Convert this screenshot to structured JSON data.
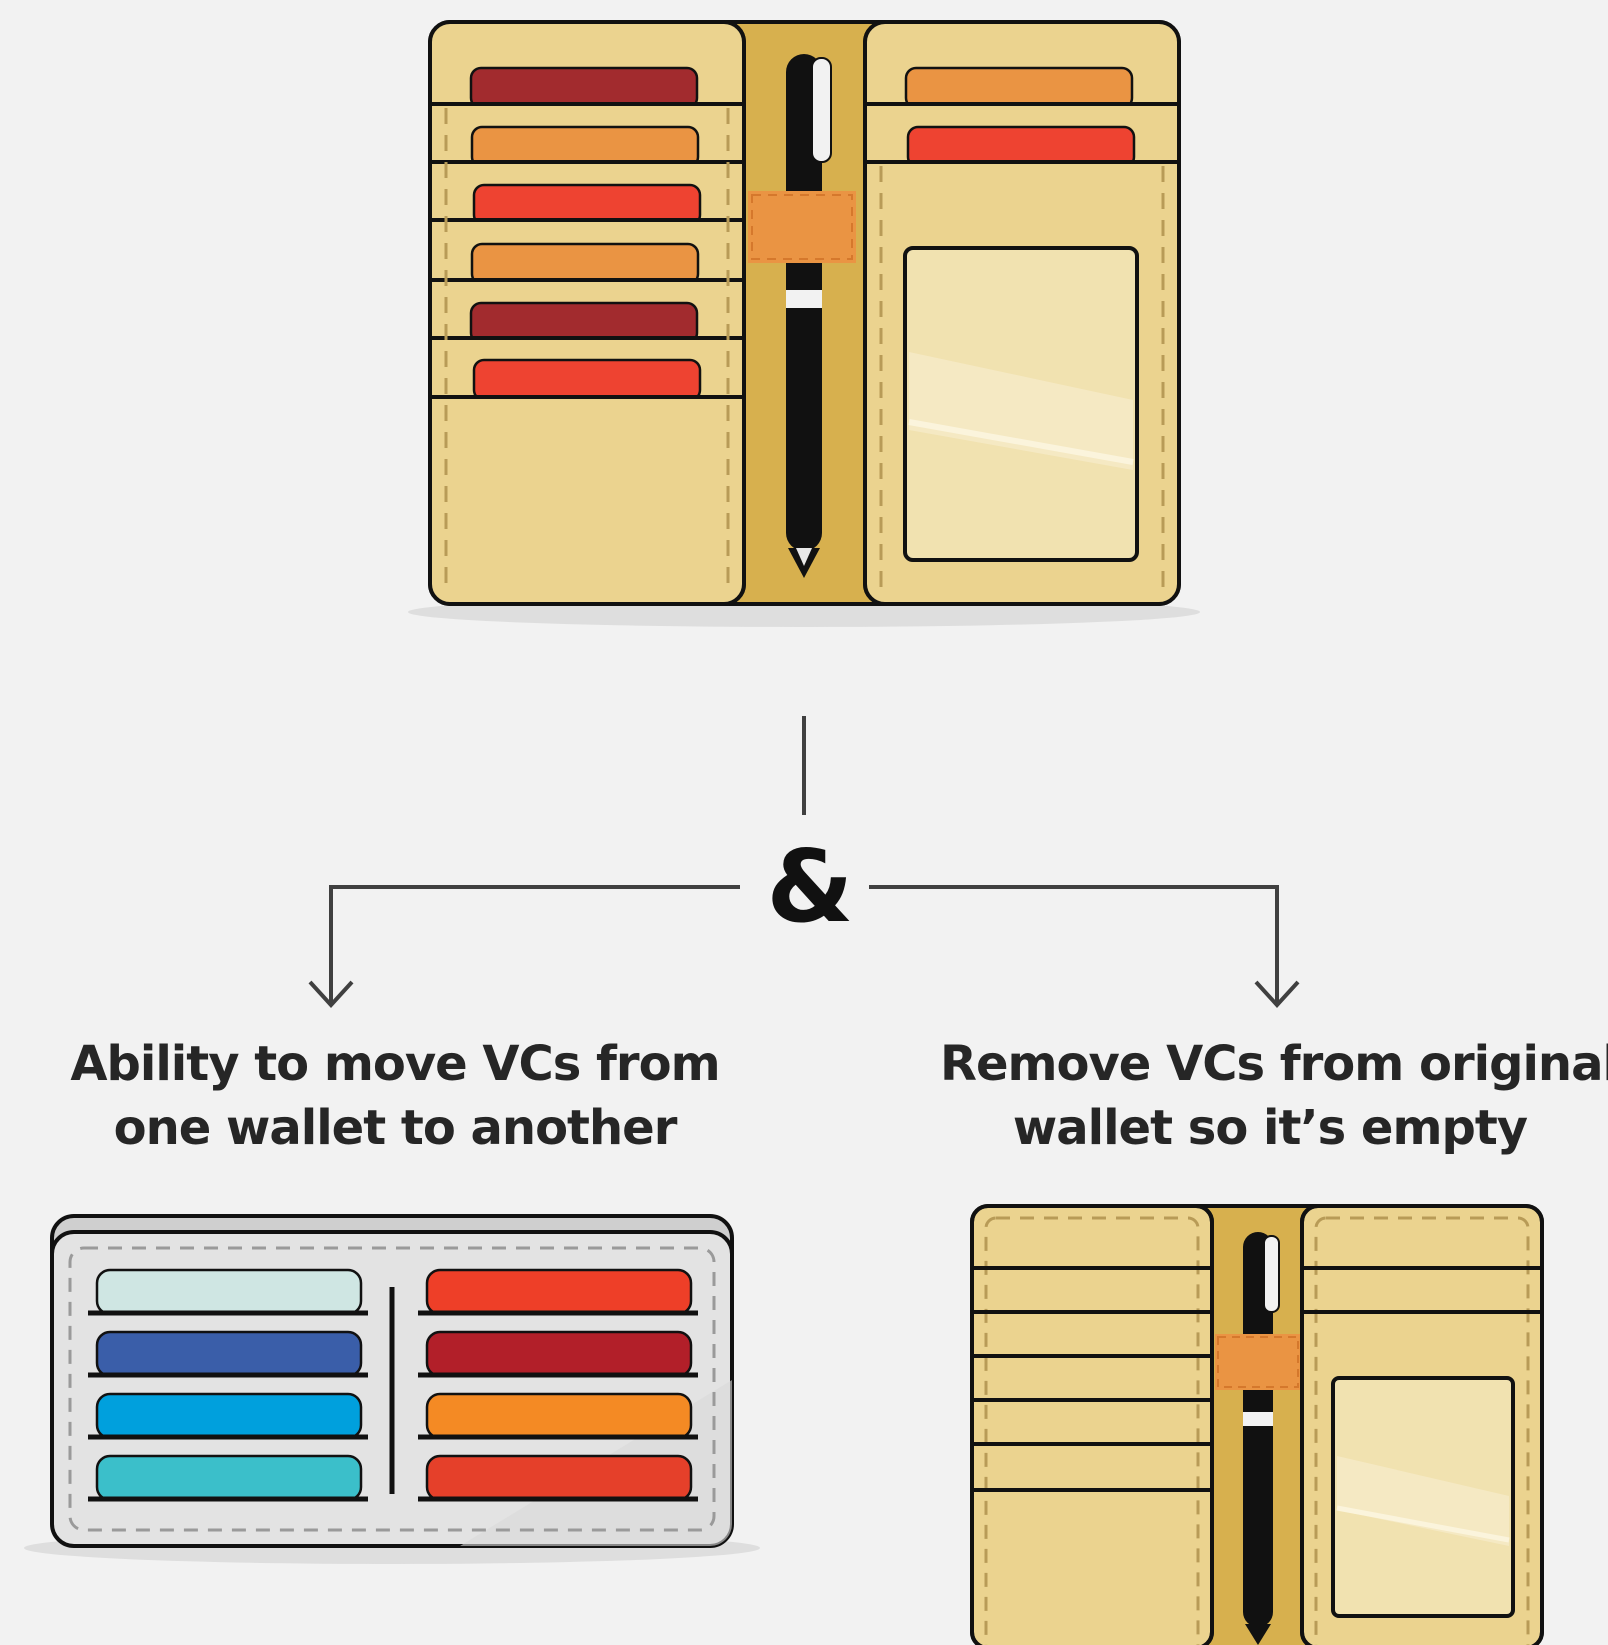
{
  "connector_label": "&",
  "caption_left": {
    "line1": "Ability to move VCs from",
    "line2": "one wallet to another"
  },
  "caption_right": {
    "line1": "Remove VCs from original",
    "line2": "wallet so it’s empty"
  },
  "colors": {
    "background": "#f2f2f2",
    "wallet_tan": "#ebd38f",
    "wallet_spine": "#d7b04e",
    "wallet_grey": "#e3e3e3",
    "pen_clip_orange": "#ea9443",
    "card_dark_red": "#a22b2e",
    "card_orange": "#ea9443",
    "card_red": "#ee4331",
    "card_mint": "#cfe6e3",
    "card_navy": "#3a5ea9",
    "card_blue": "#00a0dd",
    "card_teal": "#3bbfca",
    "card_crimson": "#b21f29",
    "card_amber": "#f48a24",
    "card_red_orange": "#e5402a"
  }
}
